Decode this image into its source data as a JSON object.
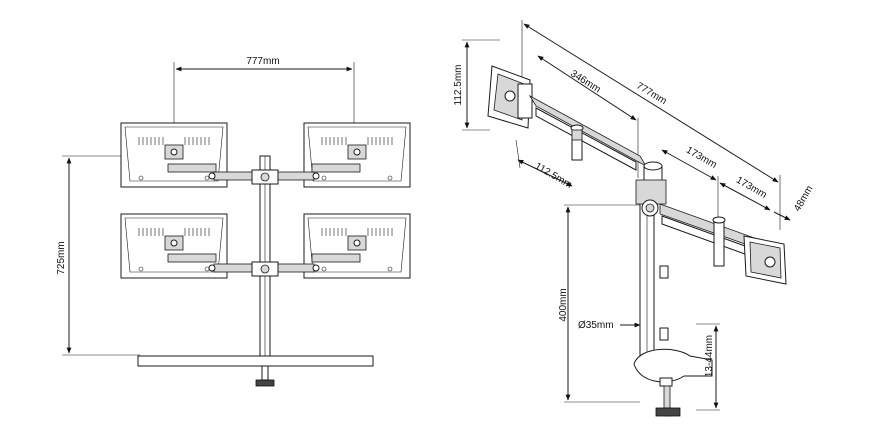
{
  "left_view": {
    "width_label": "777mm",
    "height_label": "725mm"
  },
  "right_view": {
    "total_label": "777mm",
    "arm_label": "346mm",
    "seg1_label": "173mm",
    "seg2_label": "173mm",
    "end_label": "48mm",
    "plate_h_label": "112.5mm",
    "plate_w_label": "112.5mm",
    "pole_h_label": "400mm",
    "diam_label": "Ø35mm",
    "clamp_label": "13-44mm"
  }
}
